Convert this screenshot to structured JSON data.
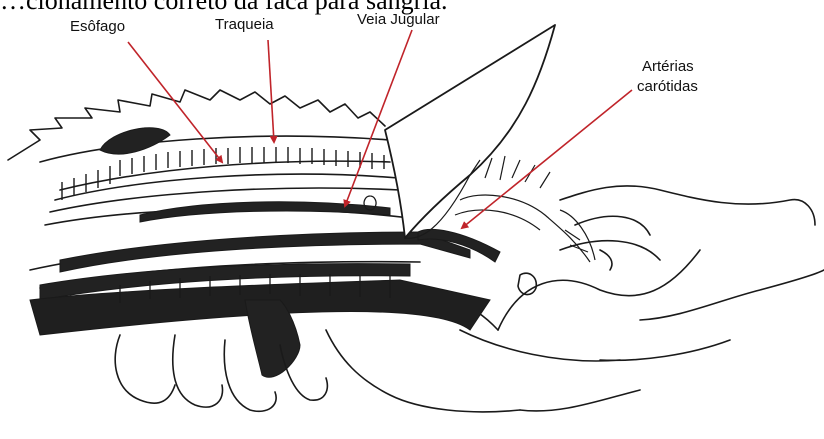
{
  "caption": "…cionamento correto da faca para sangria.",
  "labels": {
    "esofago": "Esôfago",
    "traqueia": "Traqueia",
    "veia_jugular": "Veia Jugular",
    "arterias_line1": "Artérias",
    "arterias_line2": "carótidas"
  },
  "colors": {
    "pointer": "#c0242a",
    "ink": "#1a1a1a"
  }
}
